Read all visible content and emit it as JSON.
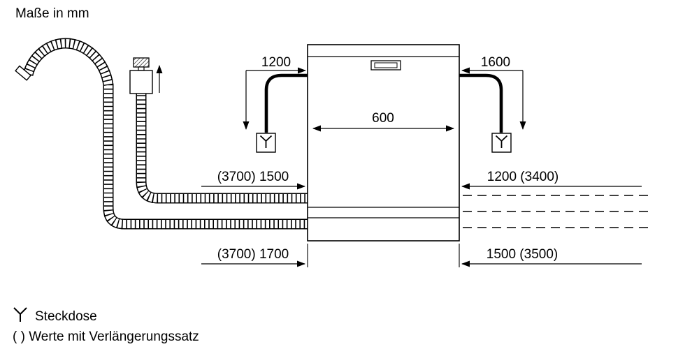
{
  "title": "Maße in mm",
  "dims": {
    "cord_left": "1200",
    "cord_right": "1600",
    "width": "600",
    "mid_left": "(3700) 1500",
    "mid_right": "1200 (3400)",
    "bottom_left": "(3700) 1700",
    "bottom_right": "1500 (3500)"
  },
  "legend": {
    "socket": "Steckdose",
    "note": "( ) Werte mit Verlängerungssatz"
  },
  "icons": {
    "socket": "trident-plug-symbol",
    "tap": "water-tap-hatched"
  },
  "colors": {
    "line": "#000000",
    "background": "#ffffff"
  }
}
